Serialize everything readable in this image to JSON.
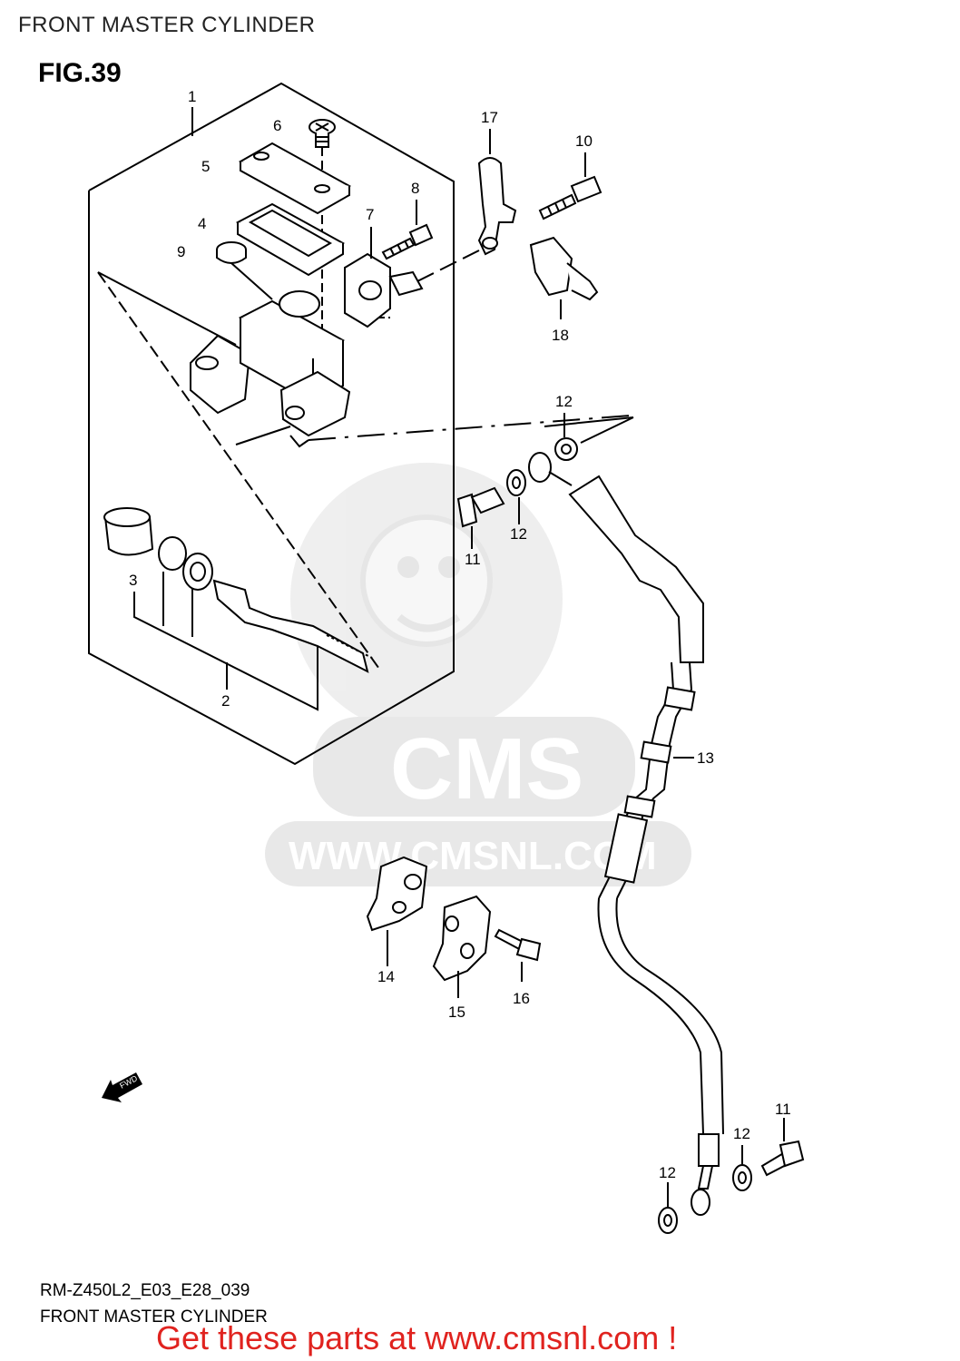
{
  "header": {
    "title": "FRONT MASTER CYLINDER"
  },
  "figure": {
    "label": "FIG.39"
  },
  "callouts": {
    "c1": "1",
    "c2": "2",
    "c3": "3",
    "c4": "4",
    "c5": "5",
    "c6": "6",
    "c7": "7",
    "c8": "8",
    "c9": "9",
    "c10": "10",
    "c11a": "11",
    "c11b": "11",
    "c12a": "12",
    "c12b": "12",
    "c12c": "12",
    "c12d": "12",
    "c13": "13",
    "c14": "14",
    "c15": "15",
    "c16": "16",
    "c17": "17",
    "c18": "18"
  },
  "watermark": {
    "brand": "CMS",
    "url": "WWW.CMSNL.COM"
  },
  "fwd_arrow": {
    "label": "FWD"
  },
  "footer": {
    "code": "RM-Z450L2_E03_E28_039",
    "name": "FRONT MASTER CYLINDER"
  },
  "promo": {
    "text": "Get these parts at www.cmsnl.com !",
    "color": "#e0231f"
  }
}
